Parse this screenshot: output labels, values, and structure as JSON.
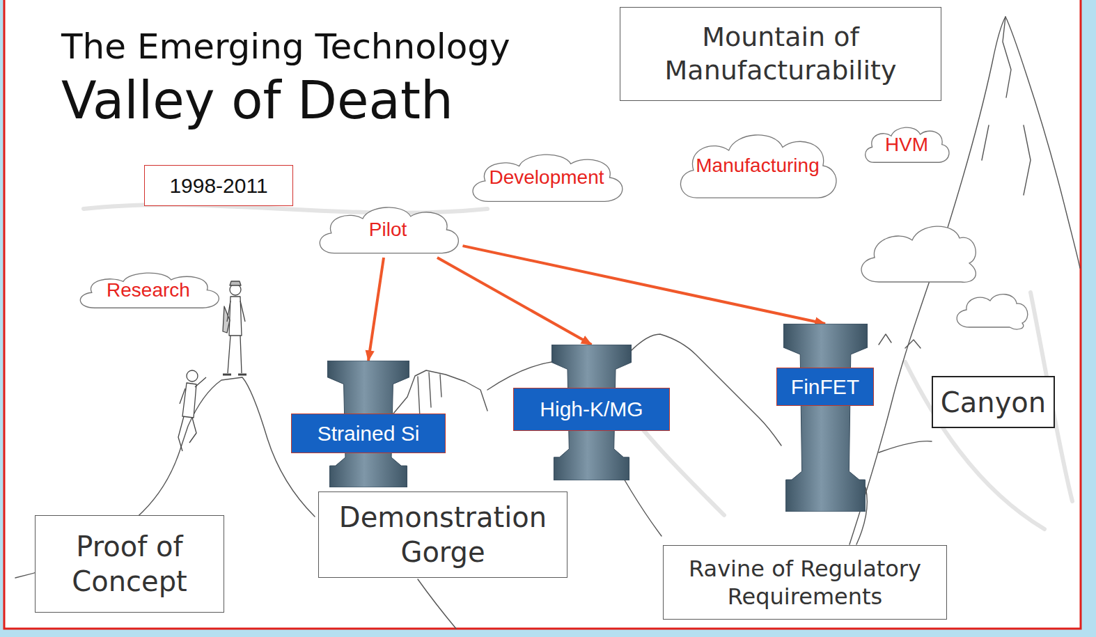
{
  "diagram": {
    "title": "Valley of Death",
    "nodes": [
      {
        "text": [
          "Mountain of Manufacturability"
        ]
      },
      {
        "text": [
          "1998-2011"
        ]
      },
      {
        "text": [
          "Development"
        ]
      },
      {
        "text": [
          "Manufacturing"
        ]
      },
      {
        "text": [
          "HVM"
        ]
      },
      {
        "text": [
          "Pilot"
        ]
      },
      {
        "text": [
          "Research"
        ]
      },
      {
        "text": [
          "FinFET"
        ]
      },
      {
        "text": [
          "High-K/MG"
        ]
      },
      {
        "text": [
          "Strained Si"
        ]
      },
      {
        "text": [
          "Canyon"
        ]
      },
      {
        "text": [
          "Proof of Concept"
        ]
      },
      {
        "text": [
          "Demonstration Gorge"
        ]
      },
      {
        "text": [
          "Ravine of Regulatory Requirements"
        ]
      }
    ],
    "edges": [
      {
        "from": 5,
        "to": 9,
        "arrow": "to"
      },
      {
        "from": 5,
        "to": 8,
        "arrow": "to"
      },
      {
        "from": 5,
        "to": 7,
        "arrow": "to"
      }
    ],
    "labels": [
      "The Emerging Technology"
    ]
  }
}
